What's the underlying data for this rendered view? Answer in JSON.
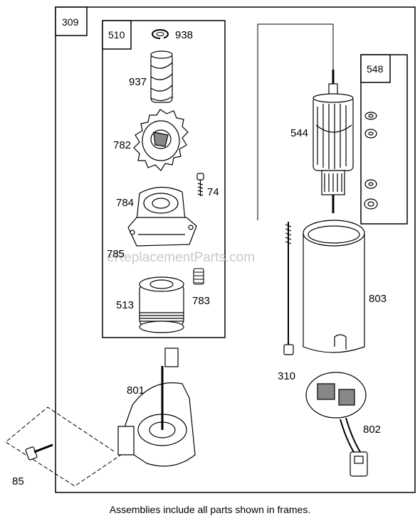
{
  "frames": {
    "outer": "309",
    "gear_assembly": "510",
    "washers": "548"
  },
  "parts": {
    "p938": "938",
    "p937": "937",
    "p782": "782",
    "p74": "74",
    "p784": "784",
    "p785": "785",
    "p513": "513",
    "p783": "783",
    "p544": "544",
    "p803": "803",
    "p310": "310",
    "p801": "801",
    "p802": "802",
    "p85": "85"
  },
  "watermark": "eReplacementParts.com",
  "caption": "Assemblies include all parts shown in frames."
}
